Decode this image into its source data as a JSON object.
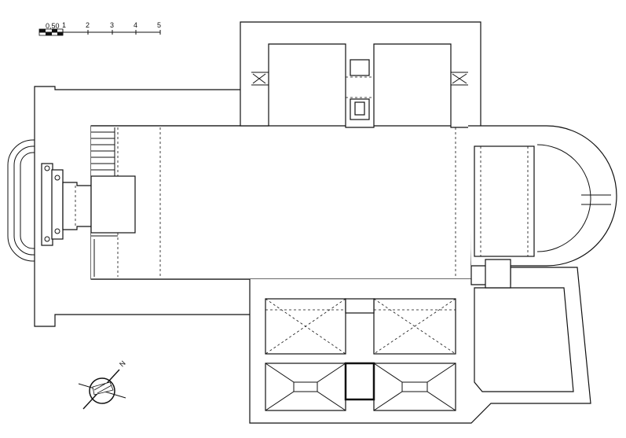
{
  "scale_bar": {
    "labels": [
      "0,50",
      "1",
      "2",
      "3",
      "4",
      "5"
    ]
  },
  "north_arrow": {
    "label": "N"
  }
}
